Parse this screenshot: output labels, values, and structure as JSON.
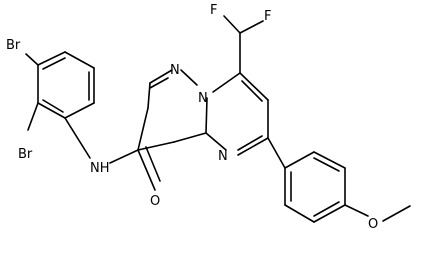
{
  "diagram": {
    "type": "chemical-structure",
    "atom_labels": {
      "f1": "F",
      "f2": "F",
      "n_pyrazole": "N",
      "n_bridge": "N",
      "n_pyrimidine": "N",
      "br_top": "Br",
      "br_ortho": "Br",
      "amide_nh": "NH",
      "carbonyl_o": "O",
      "methoxy_o": "O"
    },
    "colors": {
      "bond": "#000000",
      "text": "#000000",
      "background": "#ffffff"
    }
  }
}
